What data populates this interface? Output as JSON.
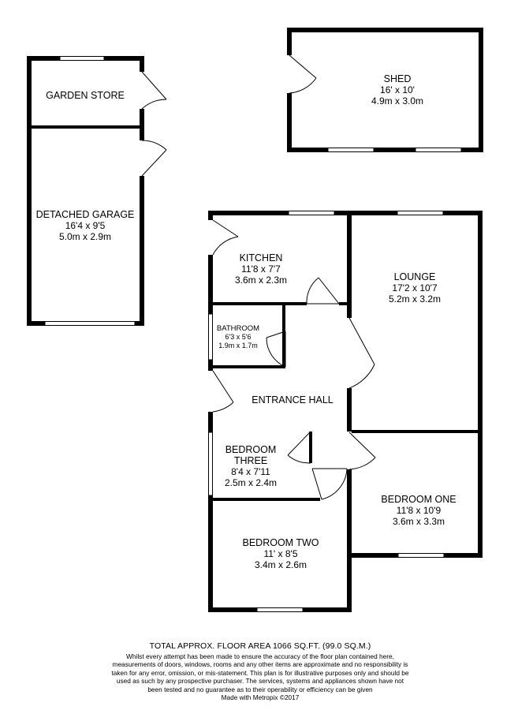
{
  "rooms": {
    "garden_store": {
      "name": "GARDEN STORE"
    },
    "shed": {
      "name": "SHED",
      "imperial": "16' x 10'",
      "metric": "4.9m x 3.0m"
    },
    "garage": {
      "name": "DETACHED GARAGE",
      "imperial": "16'4 x 9'5",
      "metric": "5.0m x 2.9m"
    },
    "kitchen": {
      "name": "KITCHEN",
      "imperial": "11'8 x 7'7",
      "metric": "3.6m x 2.3m"
    },
    "lounge": {
      "name": "LOUNGE",
      "imperial": "17'2 x 10'7",
      "metric": "5.2m x 3.2m"
    },
    "bathroom": {
      "name": "BATHROOM",
      "imperial": "6'3 x 5'6",
      "metric": "1.9m x 1.7m"
    },
    "hall": {
      "name": "ENTRANCE HALL"
    },
    "bedroom_three": {
      "name_line1": "BEDROOM",
      "name_line2": "THREE",
      "imperial": "8'4 x 7'11",
      "metric": "2.5m x 2.4m"
    },
    "bedroom_one": {
      "name": "BEDROOM ONE",
      "imperial": "11'8 x 10'9",
      "metric": "3.6m x 3.3m"
    },
    "bedroom_two": {
      "name": "BEDROOM TWO",
      "imperial": "11' x 8'5",
      "metric": "3.4m x 2.6m"
    }
  },
  "footer": {
    "total_area": "TOTAL APPROX. FLOOR AREA 1066 SQ.FT. (99.0 SQ.M.)",
    "disclaimer": "Whilst every attempt has been made to ensure the accuracy of the floor plan contained here, measurements of doors, windows, rooms and any other items are approximate and no responsibility is taken for any error, omission, or mis-statement. This plan is for illustrative purposes only and should be used as such by any prospective purchaser. The services, systems and appliances shown have not been tested and no guarantee as to their operability or efficiency can be given",
    "made_with": "Made with Metropix ©2017"
  },
  "colors": {
    "wall": "#000000",
    "window": "#ffffff",
    "background": "#ffffff"
  }
}
